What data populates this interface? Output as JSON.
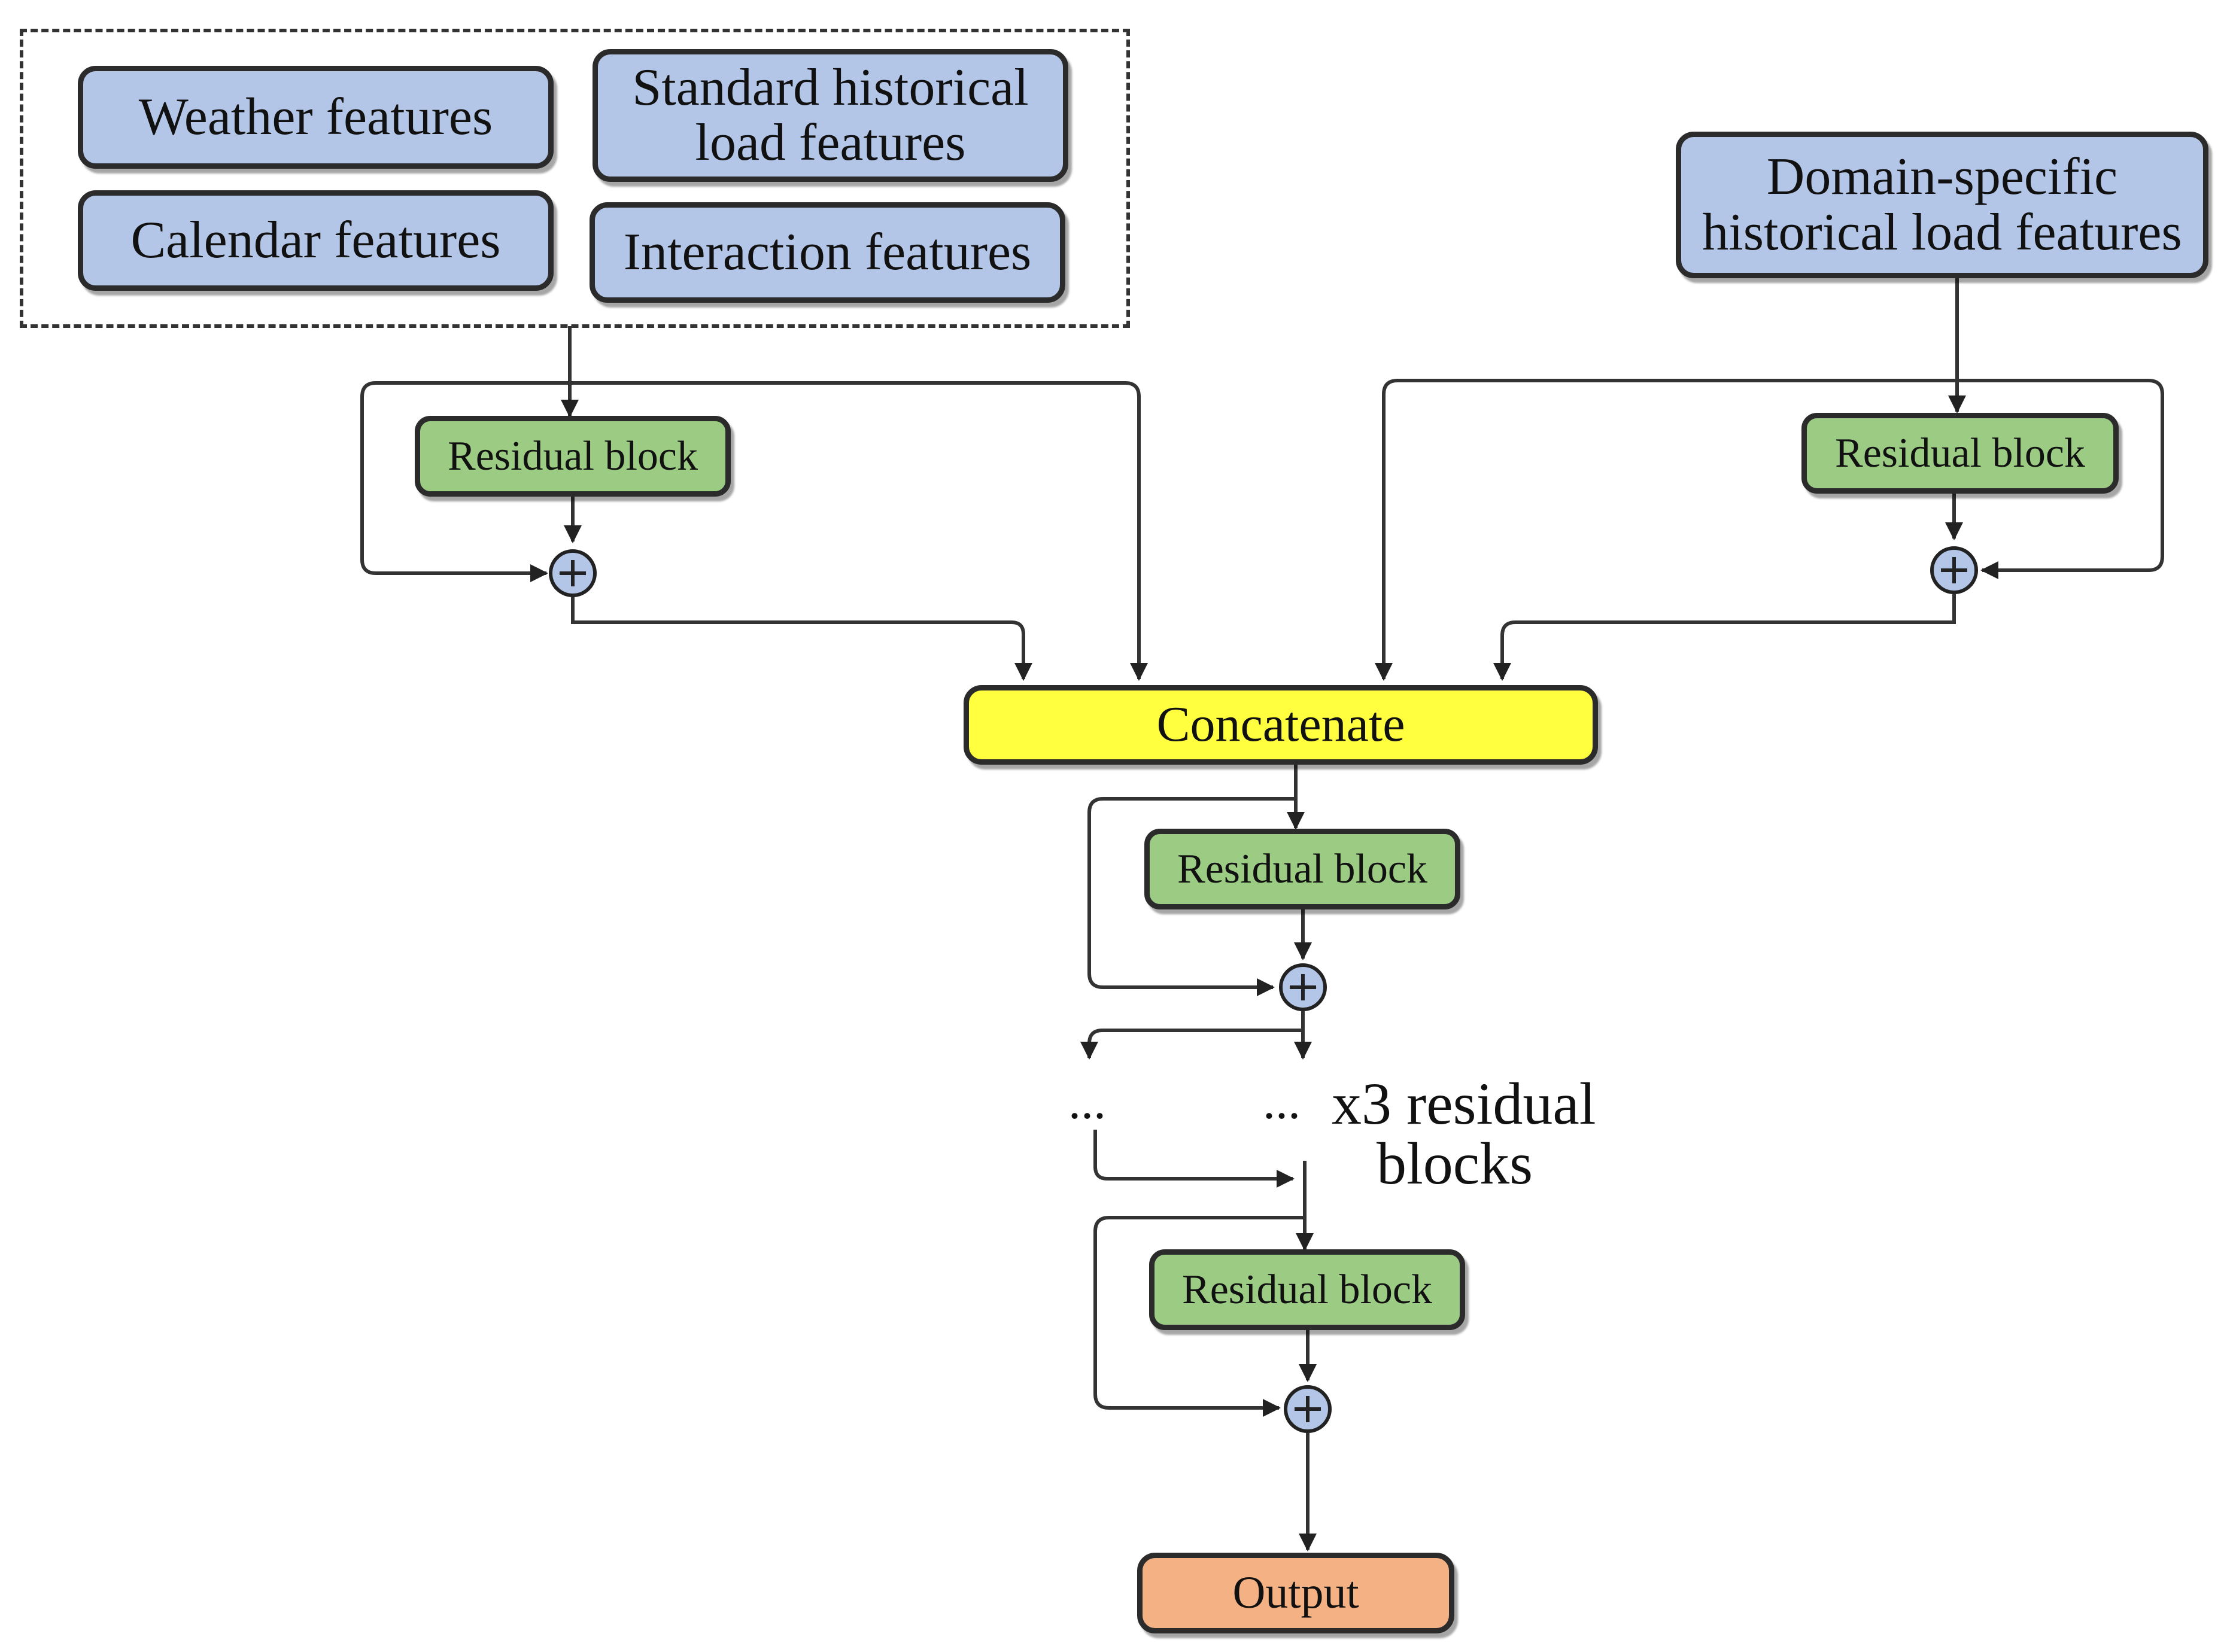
{
  "input_group": {
    "weather": "Weather features",
    "standard_historical": "Standard historical\nload features",
    "calendar": "Calendar features",
    "interaction": "Interaction features"
  },
  "domain_specific": "Domain-specific\nhistorical load features",
  "residual_block_label": "Residual block",
  "concatenate": "Concatenate",
  "repeat_note": "x3 residual\n   blocks",
  "ellipsis": "...",
  "output": "Output",
  "colors": {
    "input_box": "#b4c6e7",
    "residual_block": "#9ccc84",
    "concatenate": "#ffff40",
    "output": "#f4b183",
    "sum_node": "#b4c6e7"
  },
  "icons": {
    "sum_node": "circled-plus-icon"
  }
}
